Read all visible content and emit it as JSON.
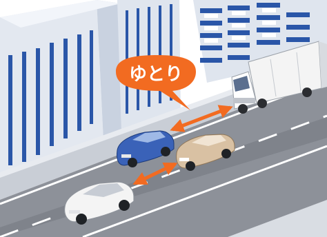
{
  "callout": {
    "label": "ゆとり"
  },
  "colors": {
    "sky": "#ffffff",
    "building_light": "#dfe5ee",
    "building_mid": "#c7d1df",
    "window_blue": "#1f4fa3",
    "road": "#8d9199",
    "road_dark": "#6f737b",
    "lane_line": "#ffffff",
    "sidewalk": "#d9dde3",
    "callout_bubble": "#f26b21",
    "arrow": "#f26b21",
    "car_blue": "#3a62b8",
    "car_beige": "#d9c1a3",
    "car_white": "#f4f4f4",
    "truck_body": "#f2f2f2"
  },
  "icons": [
    "speech-bubble",
    "double-arrow"
  ]
}
